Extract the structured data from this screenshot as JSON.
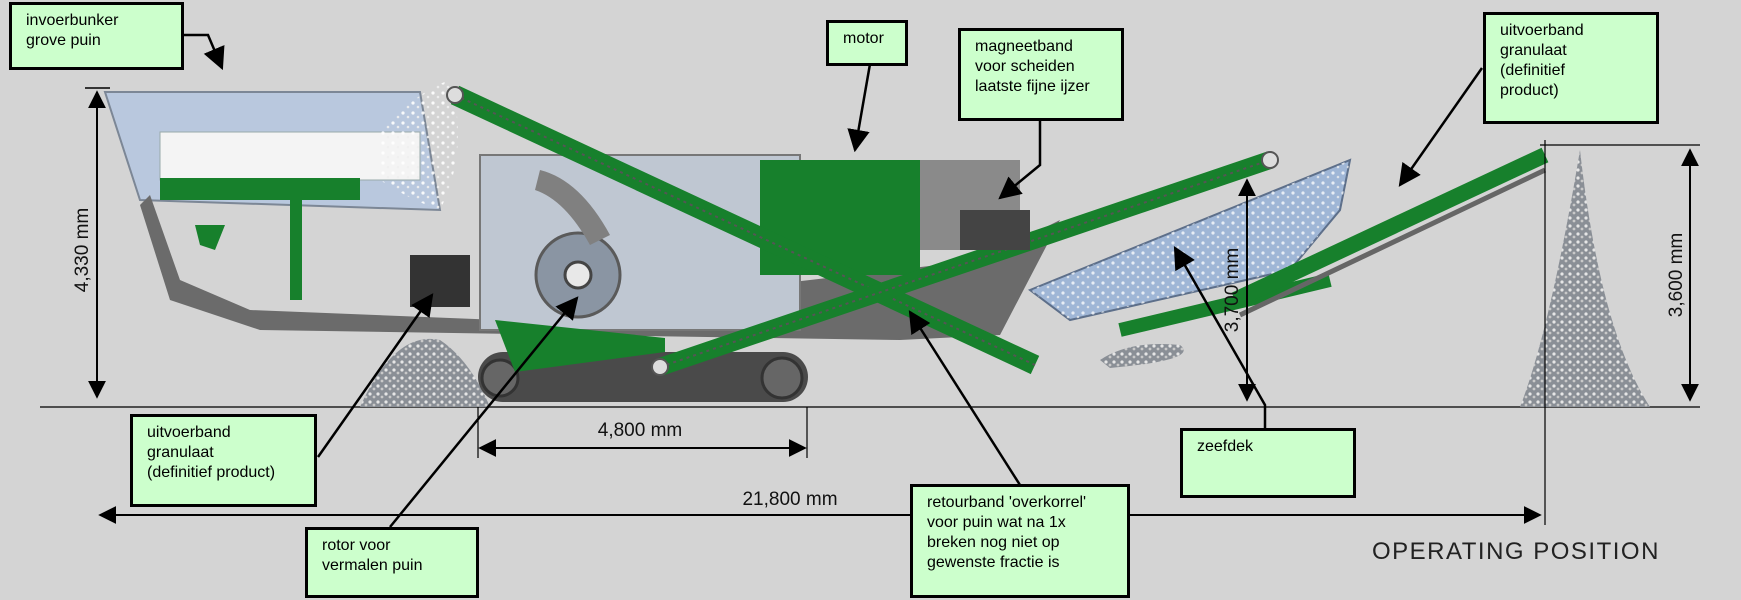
{
  "colors": {
    "background": "#d4d4d4",
    "callout_fill": "#ccffcc",
    "belt_green": "#17802c",
    "frame_grey": "#6b6b6b",
    "screen_blue": "#9fb6d6"
  },
  "callouts": {
    "hopper": "invoerbunker\ngrove puin",
    "motor": "motor",
    "magnet": "magneetband\nvoor scheiden\nlaatste fijne ijzer",
    "product_belt_right": "uitvoerband\ngranulaat\n(definitief\nproduct)",
    "product_belt_left": "uitvoerband\ngranulaat\n(definitief product)",
    "rotor": "rotor voor\nvermalen puin",
    "return_belt": "retourband 'overkorrel'\nvoor puin wat na 1x\nbreken nog niet op\ngewenste fractie is",
    "screen_deck": "zeefdek"
  },
  "dimensions": {
    "height_hopper": "4,330 mm",
    "height_screen": "3,700 mm",
    "height_discharge": "3,600 mm",
    "track_length": "4,800 mm",
    "total_length": "21,800 mm"
  },
  "footer": "OPERATING POSITION"
}
